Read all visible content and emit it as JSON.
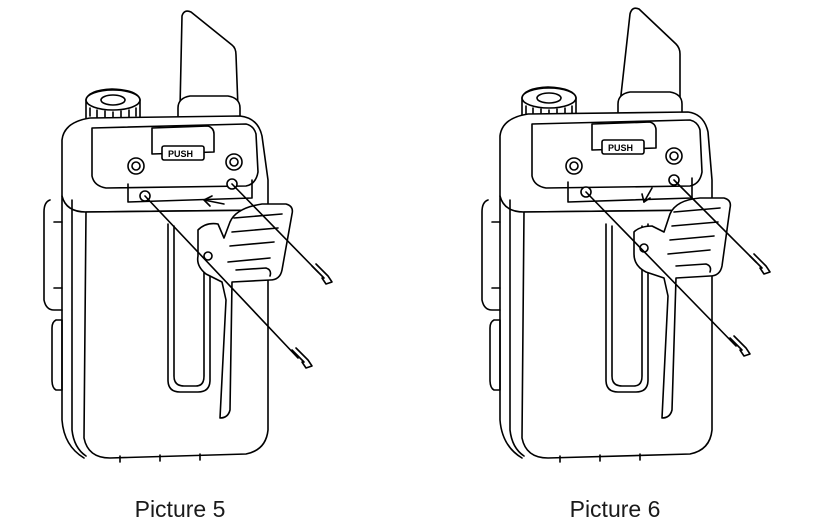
{
  "figures": [
    {
      "caption": "Picture 5",
      "push_label": "PUSH",
      "clip_style": "angled"
    },
    {
      "caption": "Picture 6",
      "push_label": "PUSH",
      "clip_style": "upright"
    }
  ],
  "colors": {
    "line": "#000000",
    "paper": "#ffffff"
  }
}
